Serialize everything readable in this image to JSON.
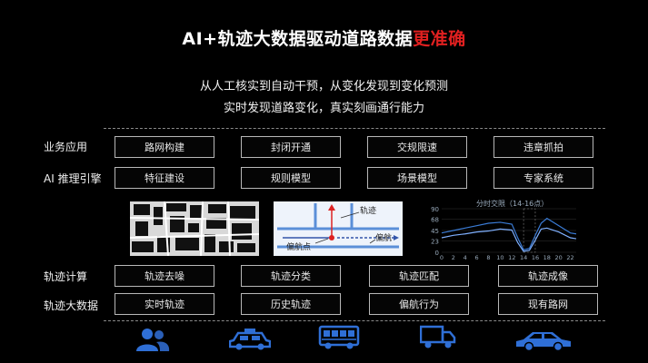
{
  "title": {
    "main": "AI+轨迹大数据驱动道路数据",
    "highlight": "更准确"
  },
  "subtitle": {
    "line1": "从人工核实到自动干预，从变化发现到变化预测",
    "line2": "实时发现道路变化，真实刻画通行能力"
  },
  "rows": [
    {
      "label": "业务应用",
      "items": [
        "路网构建",
        "封闭开通",
        "交规限速",
        "违章抓拍"
      ]
    },
    {
      "label": "AI 推理引擎",
      "items": [
        "特征建设",
        "规则模型",
        "场景模型",
        "专家系统"
      ]
    },
    {
      "label": "轨迹计算",
      "items": [
        "轨迹去噪",
        "轨迹分类",
        "轨迹匹配",
        "轨迹成像"
      ]
    },
    {
      "label": "轨迹大数据",
      "items": [
        "实时轨迹",
        "历史轨迹",
        "偏航行为",
        "现有路网"
      ]
    }
  ],
  "diagram": {
    "track_label": "轨迹",
    "deviation_point": "偏航点",
    "deviation": "偏航"
  },
  "timechart": {
    "title": "分时交限（14-16点）",
    "y_ticks": [
      "90",
      "68",
      "45",
      "23",
      "0"
    ],
    "x_ticks": [
      "0",
      "2",
      "4",
      "6",
      "8",
      "10",
      "12",
      "14",
      "16",
      "18",
      "20",
      "22"
    ],
    "chart_data": {
      "type": "line",
      "x": [
        0,
        2,
        4,
        6,
        8,
        10,
        12,
        13,
        14,
        15,
        16,
        17,
        18,
        20,
        22,
        23
      ],
      "series": [
        {
          "values": [
            40,
            45,
            50,
            55,
            60,
            62,
            58,
            30,
            5,
            8,
            35,
            60,
            70,
            55,
            40,
            38
          ]
        },
        {
          "values": [
            30,
            35,
            38,
            42,
            44,
            48,
            46,
            20,
            2,
            4,
            25,
            48,
            50,
            42,
            30,
            28
          ]
        }
      ],
      "ylim": [
        0,
        90
      ]
    }
  },
  "colors": {
    "accent": "#e02020",
    "icon": "#2f6fd6",
    "chart_line1": "#3a7bd5",
    "chart_line2": "#7fb0ff"
  },
  "icons": [
    "users-icon",
    "taxi-icon",
    "bus-icon",
    "truck-icon",
    "car-icon"
  ]
}
